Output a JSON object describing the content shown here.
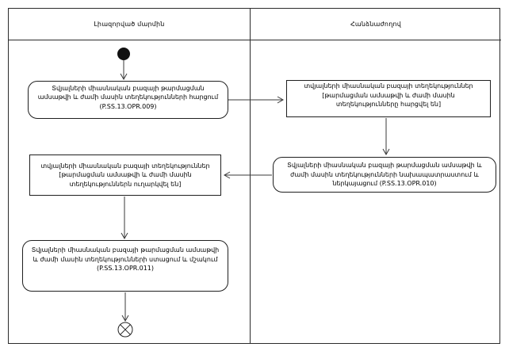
{
  "diagram_type": "uml-activity-swimlane",
  "lanes": {
    "left": "Լիազորված մարմին",
    "right": "Հանձնաժողով"
  },
  "nodes": {
    "start": {
      "type": "initial-node",
      "lane": "left"
    },
    "request_action": {
      "shape": "rounded-action",
      "lane": "left",
      "code": "P.SS.13.OPR.009",
      "label": "Տվյալների միասնական բազայի թարմացման ամսաթվի և ժամի մասին տեղեկությունների հարցում (P.SS.13.OPR.009)"
    },
    "info_requested_object": {
      "shape": "object-rect",
      "lane": "right",
      "label": "տվյալների միասնական բազայի տեղեկություններ [թարմացման ամսաթվի և ժամի մասին տեղեկությունները հարցվել են]"
    },
    "prepare_submit_action": {
      "shape": "rounded-action",
      "lane": "right",
      "code": "P.SS.13.OPR.010",
      "label": "Տվյալների միասնական բազայի թարմացման ամսաթվի և ժամի մասին տեղեկությունների նախապատրաստում և ներկայացում (P.SS.13.OPR.010)"
    },
    "info_sent_object": {
      "shape": "object-rect",
      "lane": "left",
      "label": "տվյալների միասնական բազայի տեղեկություններ [թարմացման ամսաթվի և ժամի մասին տեղեկություններն ուղարկվել են]"
    },
    "receive_process_action": {
      "shape": "rounded-action",
      "lane": "left",
      "code": "P.SS.13.OPR.011",
      "label": "Տվյալների միասնական բազայի թարմացման ամսաթվի և ժամի մասին տեղեկությունների ստացում և մշակում (P.SS.13.OPR.011)"
    },
    "end": {
      "type": "flow-final-node",
      "lane": "left"
    }
  },
  "edges": [
    {
      "from": "start",
      "to": "request_action"
    },
    {
      "from": "request_action",
      "to": "info_requested_object"
    },
    {
      "from": "info_requested_object",
      "to": "prepare_submit_action"
    },
    {
      "from": "prepare_submit_action",
      "to": "info_sent_object"
    },
    {
      "from": "info_sent_object",
      "to": "receive_process_action"
    },
    {
      "from": "receive_process_action",
      "to": "end"
    }
  ],
  "colors": {
    "border": "#2b2b2b",
    "arrow": "#3a3a3a",
    "text": "#000000",
    "background": "#ffffff"
  }
}
